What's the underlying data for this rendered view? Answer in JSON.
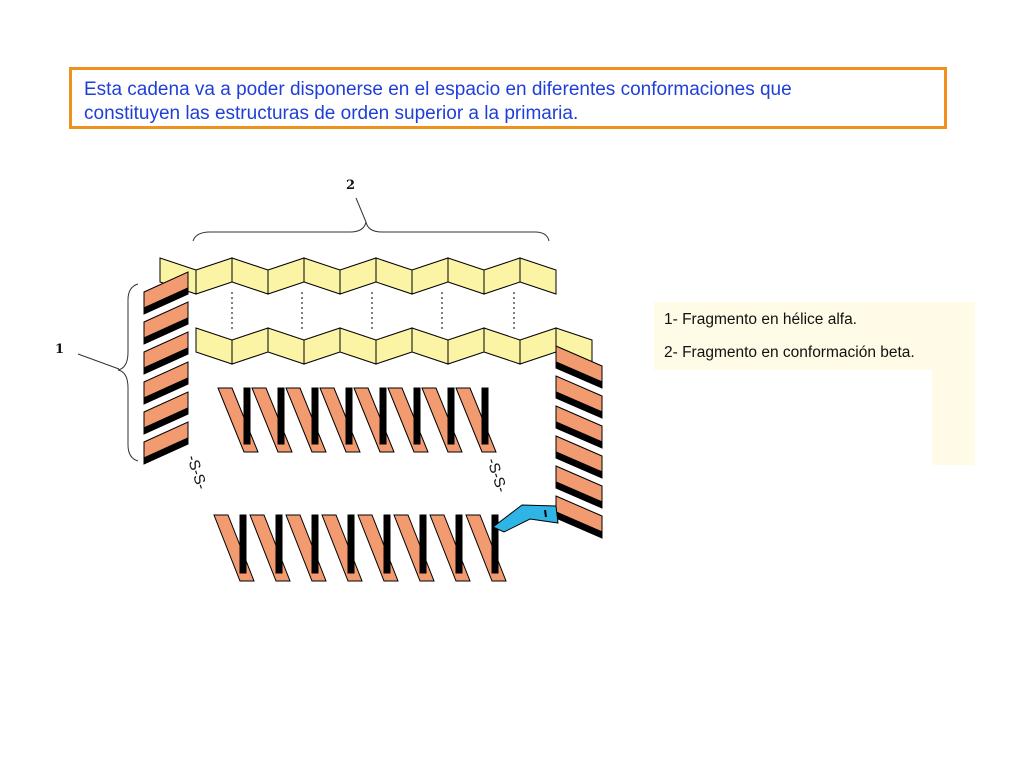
{
  "header": {
    "line1": "Esta cadena va a poder disponerse en el espacio en diferentes conformaciones que",
    "line2": "constituyen las estructuras de orden superior a la primaria."
  },
  "diagram": {
    "label_1": "1",
    "label_2": "2",
    "disulfide_left": "-S-S-",
    "disulfide_right": "-S-S-"
  },
  "legend": {
    "items": [
      "1- Fragmento en hélice alfa.",
      "2- Fragmento en conformación beta."
    ]
  },
  "colors": {
    "helix": "#f29a70",
    "helix_shadow": "#000000",
    "beta_sheet": "#fbf4a4",
    "turn": "#2fb4e6",
    "title_text": "#1f3fd8",
    "title_border": "#f0901e",
    "legend_bg": "#fffbe6"
  }
}
